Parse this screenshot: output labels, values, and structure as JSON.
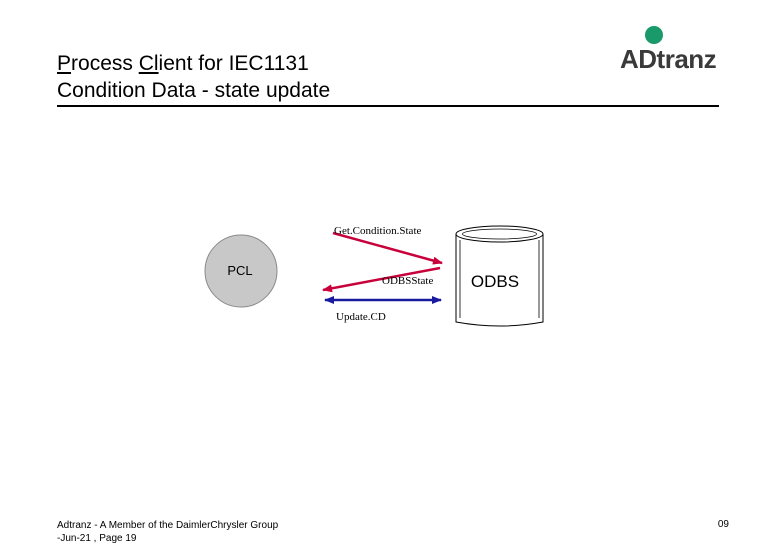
{
  "header": {
    "title_line1": {
      "p1": "P",
      "p2": "rocess ",
      "p3": "Cl",
      "p4": "ient for IEC1131"
    },
    "title_line2": "Condition Data - state update",
    "logo_text": "ADtranz"
  },
  "diagram": {
    "pcl_label": "PCL",
    "odbs_label": "ODBS",
    "arrow_get_label": "Get.Condition.State",
    "arrow_state_label": "ODBSState",
    "arrow_update_label": "Update.CD"
  },
  "footer": {
    "left_line1": "Adtranz - A Member of the DaimlerChrysler Group",
    "left_line2": "-Jun-21 , Page 19",
    "page_number": "09"
  },
  "colors": {
    "logo_dot": "#1a9a6a",
    "pcl_fill": "#c8c8c8",
    "arrow_red": "#c8003c",
    "arrow_blue": "#1a1aa0"
  }
}
